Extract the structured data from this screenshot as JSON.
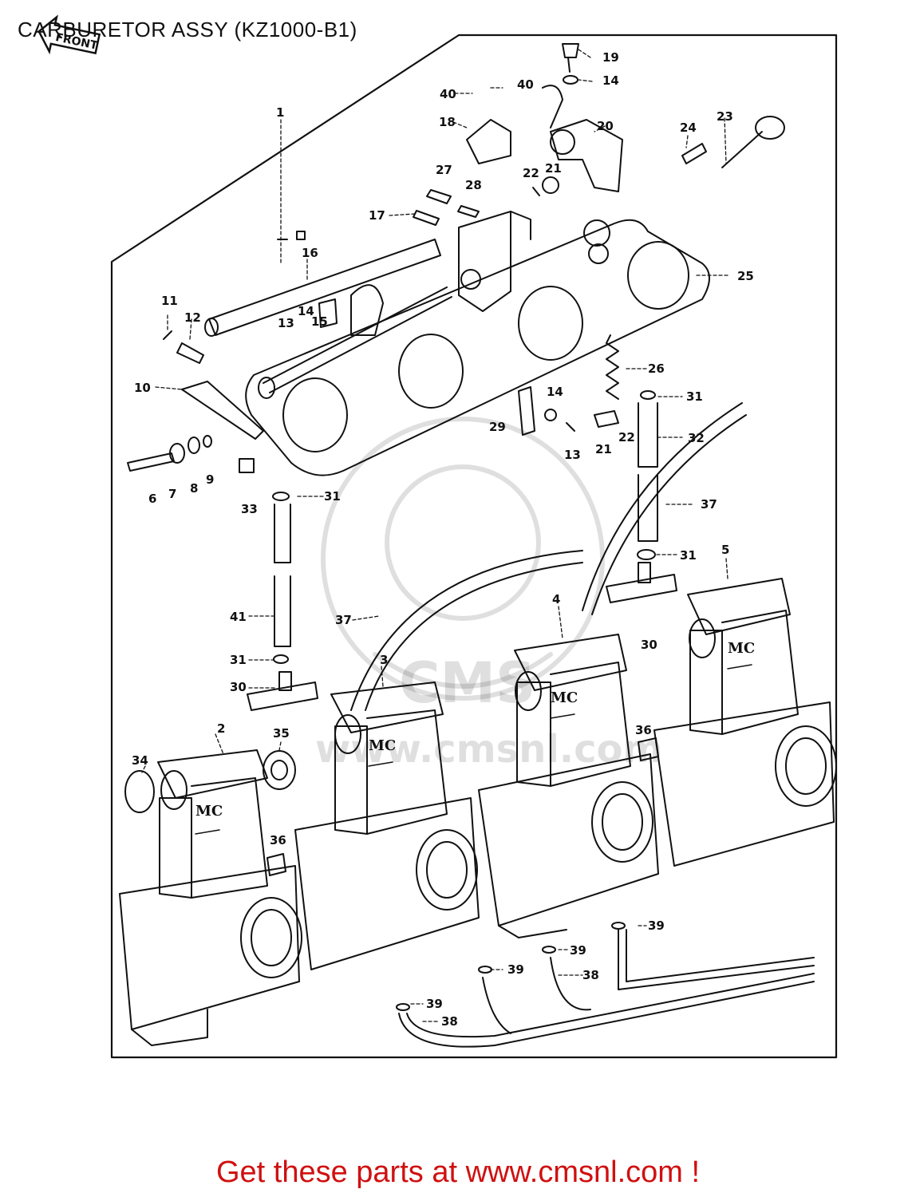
{
  "title": "CARBURETOR ASSY (KZ1000-B1)",
  "front_label": "FRONT",
  "carb_brand_mark": "MC",
  "footer_text": "Get these parts at www.cmsnl.com !",
  "watermark_text": "www.cmsnl.com",
  "watermark_logo": "CMS",
  "colors": {
    "footer": "#d01010",
    "line_art": "#111111",
    "title": "#111111"
  },
  "callouts": [
    {
      "id": "c1",
      "label": "1"
    },
    {
      "id": "c2",
      "label": "2"
    },
    {
      "id": "c3",
      "label": "3"
    },
    {
      "id": "c4",
      "label": "4"
    },
    {
      "id": "c5",
      "label": "5"
    },
    {
      "id": "c6",
      "label": "6"
    },
    {
      "id": "c7",
      "label": "7"
    },
    {
      "id": "c8",
      "label": "8"
    },
    {
      "id": "c9",
      "label": "9"
    },
    {
      "id": "c10",
      "label": "10"
    },
    {
      "id": "c11",
      "label": "11"
    },
    {
      "id": "c12",
      "label": "12"
    },
    {
      "id": "c13a",
      "label": "13"
    },
    {
      "id": "c13b",
      "label": "13"
    },
    {
      "id": "c14a",
      "label": "14"
    },
    {
      "id": "c14b",
      "label": "14"
    },
    {
      "id": "c14c",
      "label": "14"
    },
    {
      "id": "c15",
      "label": "15"
    },
    {
      "id": "c16",
      "label": "16"
    },
    {
      "id": "c17",
      "label": "17"
    },
    {
      "id": "c18",
      "label": "18"
    },
    {
      "id": "c19",
      "label": "19"
    },
    {
      "id": "c20",
      "label": "20"
    },
    {
      "id": "c21a",
      "label": "21"
    },
    {
      "id": "c21b",
      "label": "21"
    },
    {
      "id": "c22a",
      "label": "22"
    },
    {
      "id": "c22b",
      "label": "22"
    },
    {
      "id": "c23",
      "label": "23"
    },
    {
      "id": "c24",
      "label": "24"
    },
    {
      "id": "c25",
      "label": "25"
    },
    {
      "id": "c26",
      "label": "26"
    },
    {
      "id": "c27",
      "label": "27"
    },
    {
      "id": "c28",
      "label": "28"
    },
    {
      "id": "c29",
      "label": "29"
    },
    {
      "id": "c30a",
      "label": "30"
    },
    {
      "id": "c30b",
      "label": "30"
    },
    {
      "id": "c31a",
      "label": "31"
    },
    {
      "id": "c31b",
      "label": "31"
    },
    {
      "id": "c31c",
      "label": "31"
    },
    {
      "id": "c31d",
      "label": "31"
    },
    {
      "id": "c32",
      "label": "32"
    },
    {
      "id": "c33",
      "label": "33"
    },
    {
      "id": "c34",
      "label": "34"
    },
    {
      "id": "c35",
      "label": "35"
    },
    {
      "id": "c36a",
      "label": "36"
    },
    {
      "id": "c36b",
      "label": "36"
    },
    {
      "id": "c37a",
      "label": "37"
    },
    {
      "id": "c37b",
      "label": "37"
    },
    {
      "id": "c38a",
      "label": "38"
    },
    {
      "id": "c38b",
      "label": "38"
    },
    {
      "id": "c39a",
      "label": "39"
    },
    {
      "id": "c39b",
      "label": "39"
    },
    {
      "id": "c39c",
      "label": "39"
    },
    {
      "id": "c39d",
      "label": "39"
    },
    {
      "id": "c40a",
      "label": "40"
    },
    {
      "id": "c40b",
      "label": "40"
    },
    {
      "id": "c41",
      "label": "41"
    }
  ]
}
